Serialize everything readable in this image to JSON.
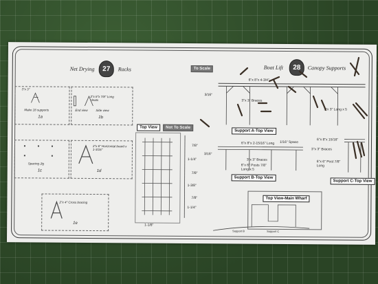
{
  "header": {
    "left_title_a": "Net Drying",
    "left_badge": "27",
    "left_title_b": "Racks",
    "center_label": "To Scale",
    "right_title_a": "Boat Lift",
    "right_badge": "28",
    "right_title_b": "Canopy Supports"
  },
  "parts": {
    "p1a_dim": "3\"x 3\"",
    "p1a_note": "Make 18 supports",
    "p1a_id": "1a",
    "p1b_dim": "2\"x 8\"x 7/8\" Long cleats",
    "p1b_end": "End view",
    "p1b_side": "Side view",
    "p1b_id": "1b",
    "p1c_note": "Spacing Jig",
    "p1c_id": "1c",
    "p1d_dim": "2\"x 6\" Horizontal board x 1-3/16\"",
    "p1d_id": "1d",
    "p1e_dim": "2\"x 4\" Cross bracing",
    "p1e_id": "1e"
  },
  "top_view": {
    "label": "Top View",
    "scale_label": "Not To Scale",
    "dims": [
      "7/8\"",
      "1-1/4\"",
      "7/8\"",
      "1-3/8\"",
      "7/8\"",
      "1-1/4\""
    ],
    "bottom_dim": "1-1/8\""
  },
  "support_a": {
    "label": "Support A-Top View",
    "dim_top": "6\"x 8\"x 4-3/4\"",
    "dim_left": "3/16\"",
    "dim_brace": "3\"x 3\" Braces",
    "dim_right": "3\"x 3\" Long x 5"
  },
  "support_b": {
    "label": "Support B-Top View",
    "dim_top": "6\"x 8\"x 2-15/16\" Long",
    "dim_space": "1/16\" Space",
    "dim_left": "3/16\"",
    "dim_brace": "3\"x 3\" Braces",
    "dim_posts": "6\"x 6\" Posts 7/8\" Long x 5"
  },
  "support_c": {
    "label": "Support C-Top View",
    "dim_top": "6\"x 8\"x 15/16\"",
    "dim_brace": "3\"x 3\" Braces",
    "dim_post": "6\"x 6\" Post 7/8\" Long"
  },
  "wharf": {
    "label": "Top View-Main Wharf",
    "support_b": "Support B",
    "support_c": "Support C"
  }
}
